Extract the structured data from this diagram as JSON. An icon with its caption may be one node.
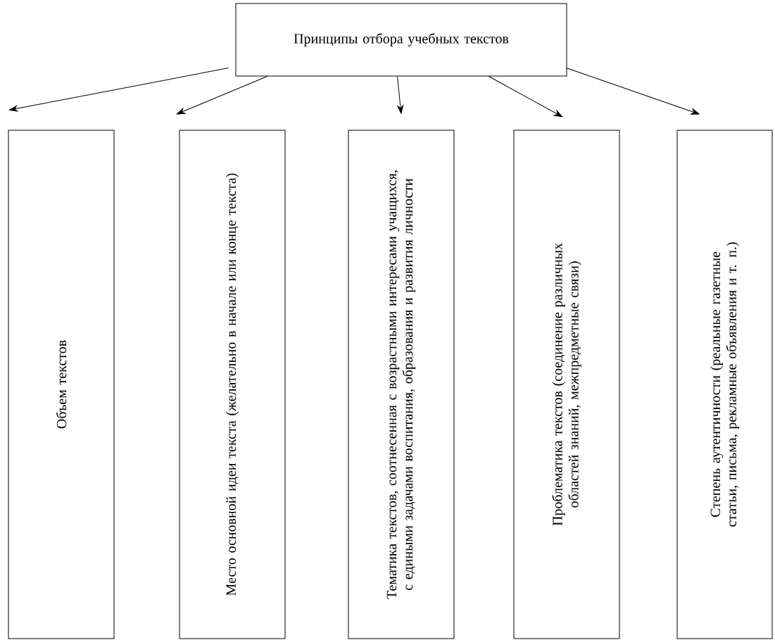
{
  "diagram": {
    "nodes": [
      {
        "text": [
          "Принципы отбора учебных текстов"
        ]
      },
      {
        "text": [
          "Объем текстов"
        ]
      },
      {
        "text": [
          "Место основной идеи текста (желательно в начале или конце текста)"
        ]
      },
      {
        "text": [
          "Тематика текстов, соотнесенная с возрастными интересами учащихся, с едиными задачами воспитания, образования и развития личности"
        ]
      },
      {
        "text": [
          "Проблематика текстов (соединение различных областей знаний, межпредметные связи)"
        ]
      },
      {
        "text": [
          "Степень аутентичности (реальные газетные статьи, письма, рекламные объявления и т. п.)"
        ]
      }
    ],
    "edges": [
      {
        "from": 0,
        "to": 1,
        "arrow": "to"
      },
      {
        "from": 0,
        "to": 2,
        "arrow": "to"
      },
      {
        "from": 0,
        "to": 3,
        "arrow": "to"
      },
      {
        "from": 0,
        "to": 4,
        "arrow": "to"
      },
      {
        "from": 0,
        "to": 5,
        "arrow": "to"
      }
    ]
  }
}
